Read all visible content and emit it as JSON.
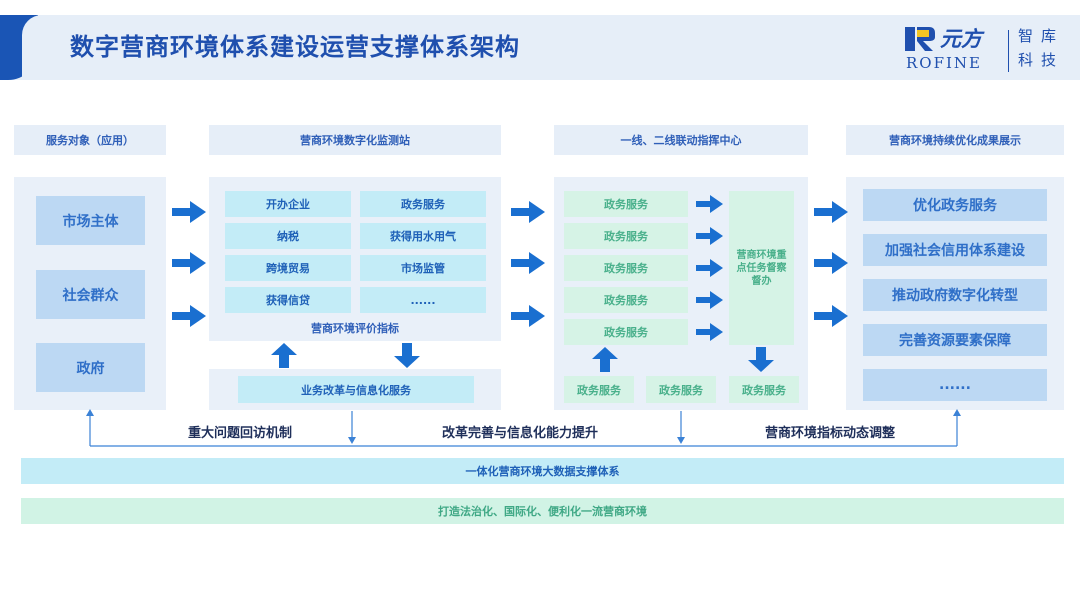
{
  "title": "数字营商环境体系建设运营支撑体系架构",
  "logo": {
    "cn": "元方",
    "en": "ROFINE",
    "right_line1": "智库",
    "right_line2": "科技"
  },
  "column_headers": [
    "服务对象（应用）",
    "营商环境数字化监测站",
    "一线、二线联动指挥中心",
    "营商环境持续优化成果展示"
  ],
  "service_objects": [
    "市场主体",
    "社会群众",
    "政府"
  ],
  "monitor_items": [
    "开办企业",
    "政务服务",
    "纳税",
    "获得用水用气",
    "跨境贸易",
    "市场监管",
    "获得信贷",
    "......"
  ],
  "monitor_label": "营商环境评价指标",
  "reform_service": "业务改革与信息化服务",
  "command_left": [
    "政务服务",
    "政务服务",
    "政务服务",
    "政务服务",
    "政务服务"
  ],
  "command_key": "营商环境重点任务督察督办",
  "command_bottom": [
    "政务服务",
    "政务服务",
    "政务服务"
  ],
  "results": [
    "优化政务服务",
    "加强社会信用体系建设",
    "推动政府数字化转型",
    "完善资源要素保障",
    "......"
  ],
  "feedback": [
    "重大问题回访机制",
    "改革完善与信息化能力提升",
    "营商环境指标动态调整"
  ],
  "support_bar": "一体化营商环境大数据支撑体系",
  "goal_bar": "打造法治化、国际化、便利化一流营商环境",
  "colors": {
    "primary": "#1f4fae",
    "arrow": "#1a6fd0",
    "panel": "#e9f0f9",
    "cyan": "#c3ecf7",
    "mint": "#d6f3e6",
    "light_blue": "#bcd8f3"
  }
}
